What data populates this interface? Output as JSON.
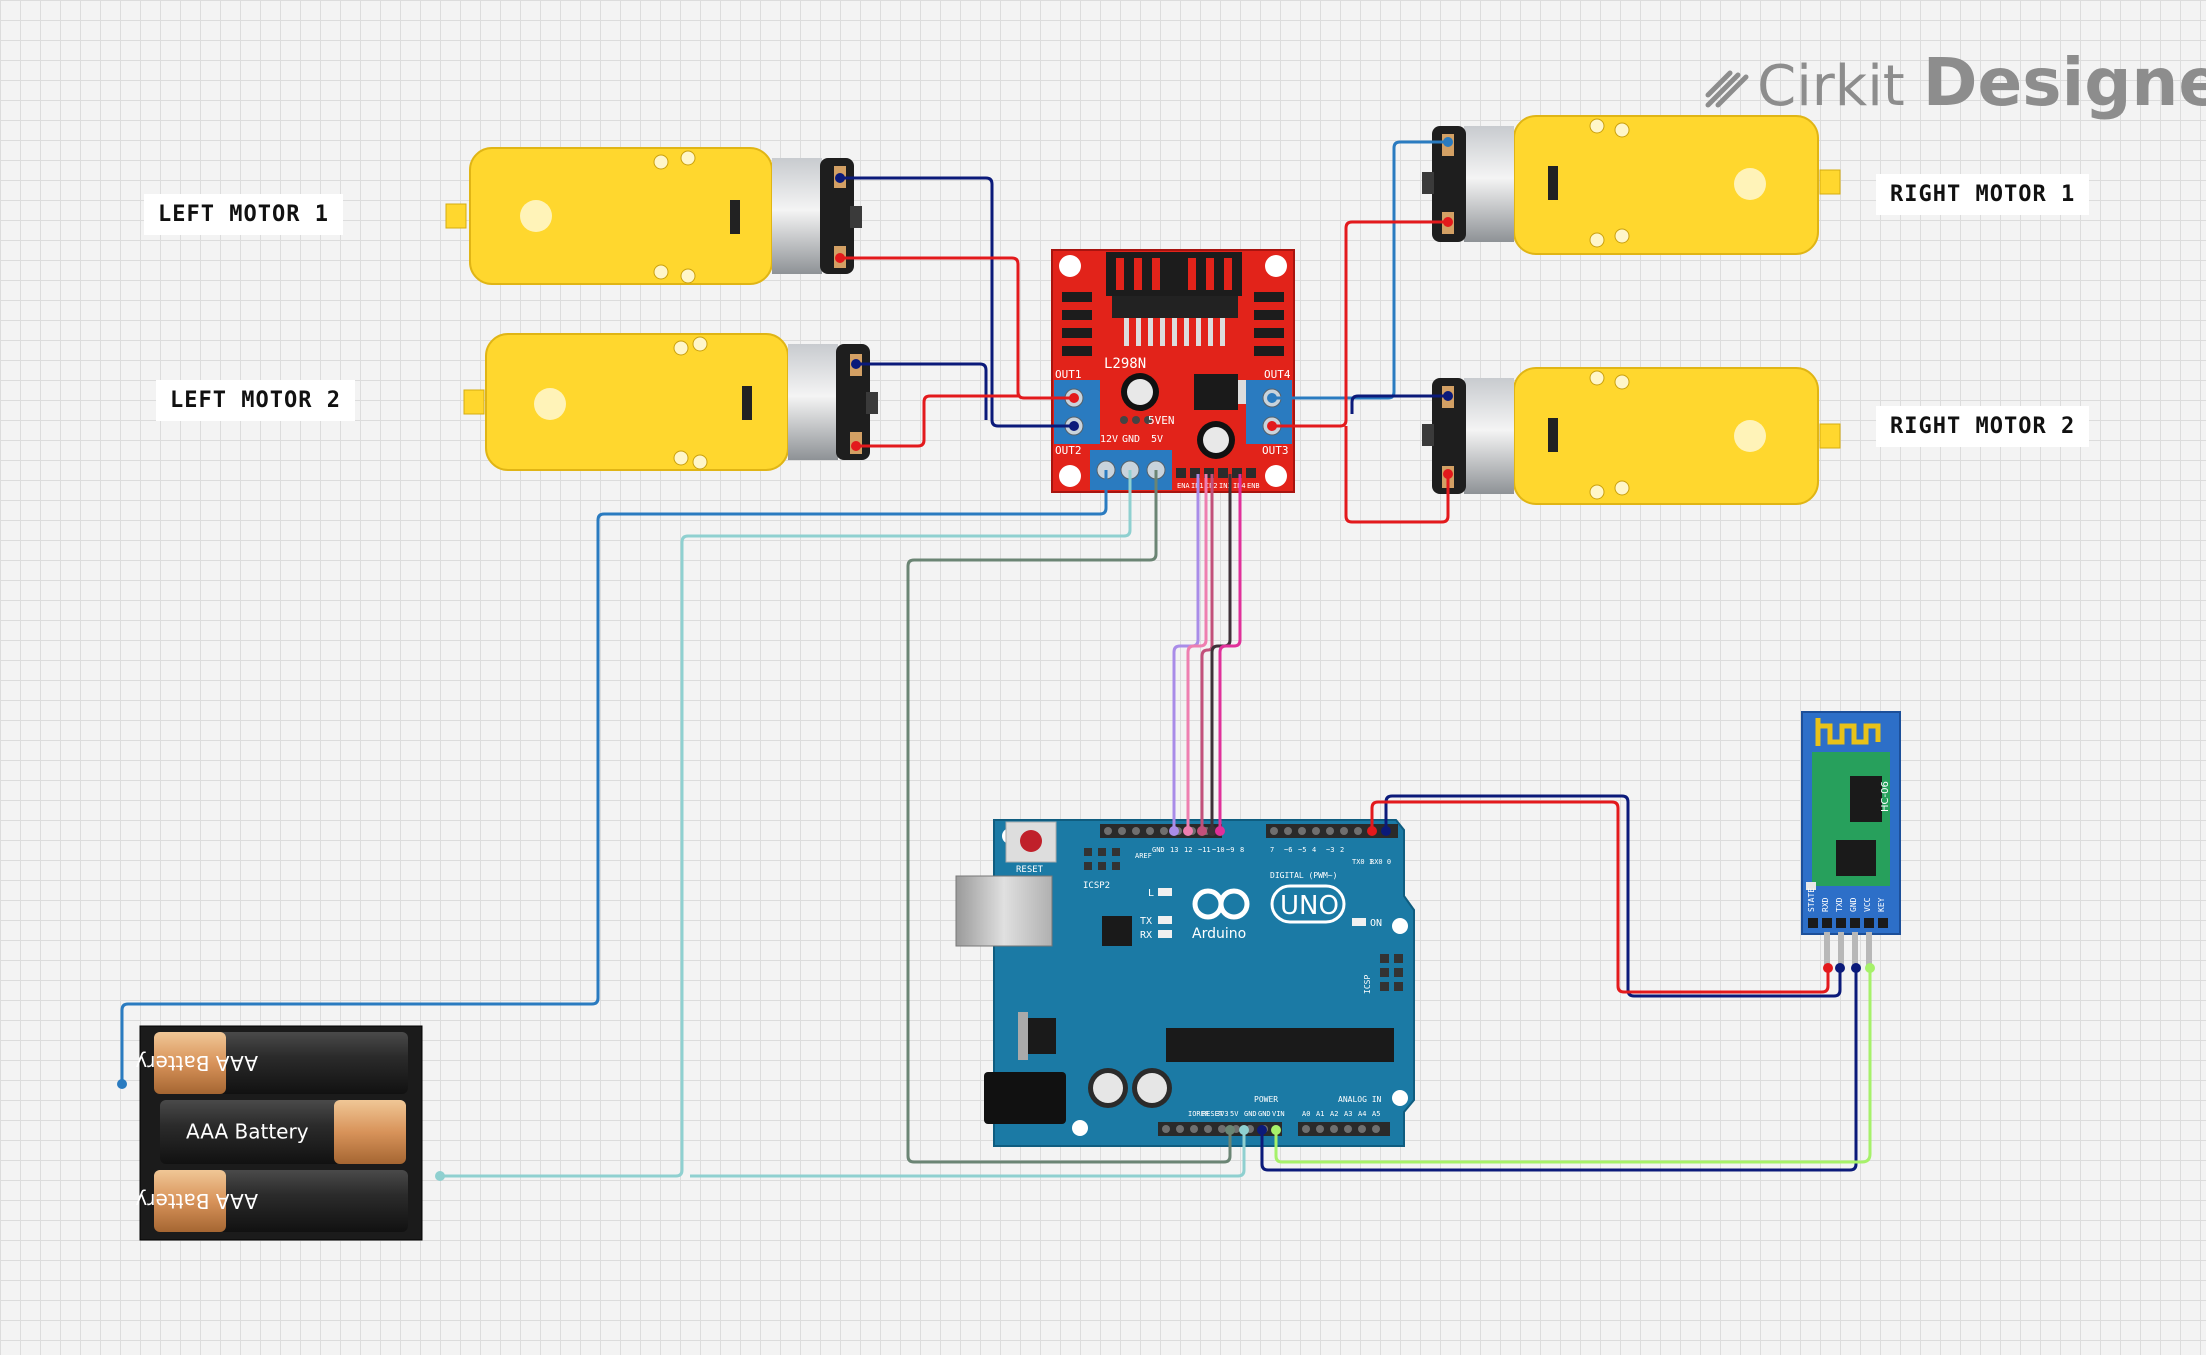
{
  "brand": {
    "name": "Cirkit",
    "product": "Designer"
  },
  "labels": {
    "left_motor_1": "LEFT MOTOR 1",
    "left_motor_2": "LEFT MOTOR 2",
    "right_motor_1": "RIGHT MOTOR 1",
    "right_motor_2": "RIGHT MOTOR 2"
  },
  "driver": {
    "model": "L298N",
    "out1": "OUT1",
    "out2": "OUT2",
    "out3": "OUT3",
    "out4": "OUT4",
    "v12": "12V",
    "gnd": "GND",
    "v5": "5V",
    "v5en": "5VEN",
    "ctrl_pins": [
      "ENA",
      "IN1",
      "IN2",
      "IN3",
      "IN4",
      "ENB"
    ]
  },
  "arduino": {
    "brand": "Arduino",
    "model": "UNO",
    "reset": "RESET",
    "icsp2": "ICSP2",
    "icsp": "ICSP",
    "digital": "DIGITAL (PWM~)",
    "power": "POWER",
    "analog": "ANALOG IN",
    "l": "L",
    "tx": "TX",
    "rx": "RX",
    "on": "ON",
    "top_pins": [
      "AREF",
      "GND",
      "13",
      "12",
      "~11",
      "~10",
      "~9",
      "8",
      "7",
      "~6",
      "~5",
      "4",
      "~3",
      "2",
      "TX0 1",
      "RX0 0"
    ],
    "power_pins": [
      "IOREF",
      "RESET",
      "3V3",
      "5V",
      "GND",
      "GND",
      "VIN"
    ],
    "analog_pins": [
      "A0",
      "A1",
      "A2",
      "A3",
      "A4",
      "A5"
    ]
  },
  "bt": {
    "model": "HC-06",
    "pins": [
      "RXD",
      "TXD",
      "GND",
      "VCC",
      "KEY",
      "STATE"
    ]
  },
  "battery": {
    "cell": "AAA Battery"
  },
  "colors": {
    "wire_navy": "#0b1a7a",
    "wire_red": "#e3191c",
    "wire_blue": "#2a7bc0",
    "wire_teal": "#8fd0d0",
    "wire_gray": "#6b8574",
    "wire_purple": "#a98ce8",
    "wire_pink": "#ee7fb0",
    "wire_rose": "#c2507a",
    "wire_dark": "#3e3138",
    "wire_magenta": "#e0309a",
    "wire_lime": "#a6f16a",
    "motor_yellow": "#ffd72e",
    "driver_red": "#e2231a",
    "arduino_teal": "#1b7aa5",
    "bt_blue": "#2d6fc8",
    "bt_green": "#27a05c"
  }
}
